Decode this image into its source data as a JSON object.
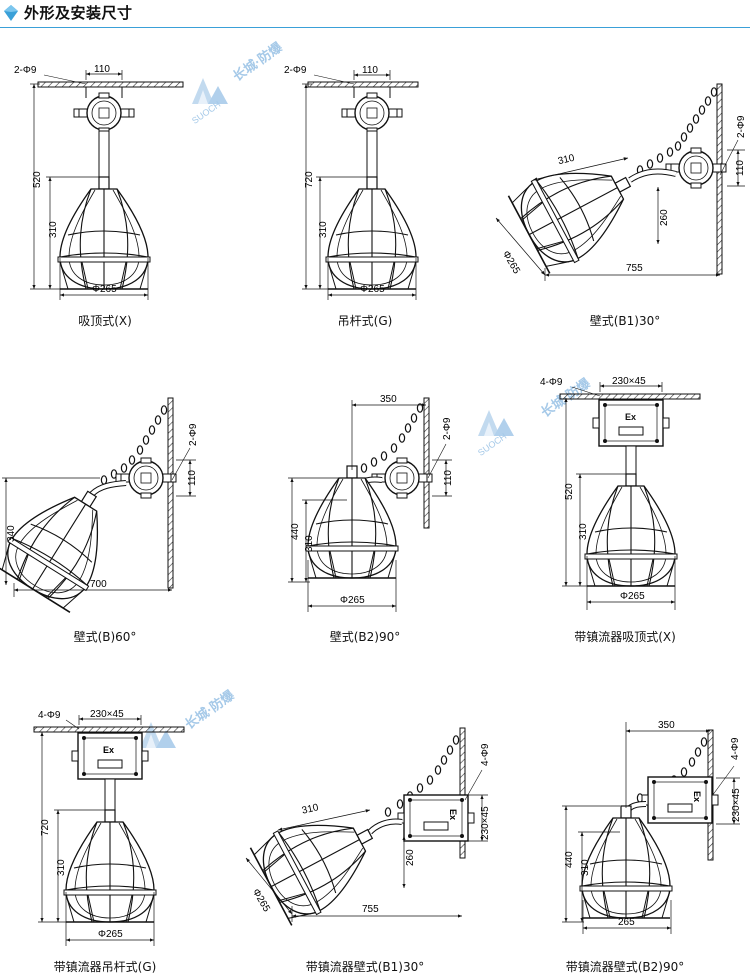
{
  "header": {
    "title": "外形及安装尺寸",
    "accent": "#3aa0d8"
  },
  "watermark": {
    "brand": "长城·防爆",
    "latin": "SUOCH",
    "color": "#9bc3e6"
  },
  "box_label": "Ex",
  "figures": [
    {
      "id": "fig-x",
      "caption": "吸顶式(X)",
      "dims": {
        "holes": "2-Φ9",
        "top": "110",
        "height": "520",
        "lower": "310",
        "width": "Φ265"
      }
    },
    {
      "id": "fig-g",
      "caption": "吊杆式(G)",
      "dims": {
        "holes": "2-Φ9",
        "top": "110",
        "height": "720",
        "lower": "310",
        "width": "Φ265"
      }
    },
    {
      "id": "fig-b1",
      "caption": "壁式(B1)30°",
      "dims": {
        "holes": "2-Φ9",
        "side": "110",
        "reach": "310",
        "drop": "260",
        "diam": "Φ265",
        "width": "755"
      }
    },
    {
      "id": "fig-b",
      "caption": "壁式(B)60°",
      "dims": {
        "holes": "2-Φ9",
        "side": "110",
        "height": "340",
        "width": "700"
      }
    },
    {
      "id": "fig-b2",
      "caption": "壁式(B2)90°",
      "dims": {
        "holes": "2-Φ9",
        "reach": "350",
        "side": "110",
        "height": "440",
        "lower": "310",
        "width": "Φ265"
      }
    },
    {
      "id": "fig-zx",
      "caption": "带镇流器吸顶式(X)",
      "dims": {
        "holes": "4-Φ9",
        "top": "230×45",
        "height": "520",
        "lower": "310",
        "width": "Φ265"
      }
    },
    {
      "id": "fig-zg",
      "caption": "带镇流器吊杆式(G)",
      "dims": {
        "holes": "4-Φ9",
        "top": "230×45",
        "height": "720",
        "lower": "310",
        "width": "Φ265"
      }
    },
    {
      "id": "fig-zb1",
      "caption": "带镇流器壁式(B1)30°",
      "dims": {
        "holes": "4-Φ9",
        "side": "230×45",
        "reach": "310",
        "drop": "260",
        "diam": "Φ265",
        "width": "755"
      }
    },
    {
      "id": "fig-zb2",
      "caption": "带镇流器壁式(B2)90°",
      "dims": {
        "holes": "4-Φ9",
        "reach": "350",
        "side": "230×45",
        "height": "440",
        "lower": "310",
        "width": "265"
      }
    }
  ]
}
